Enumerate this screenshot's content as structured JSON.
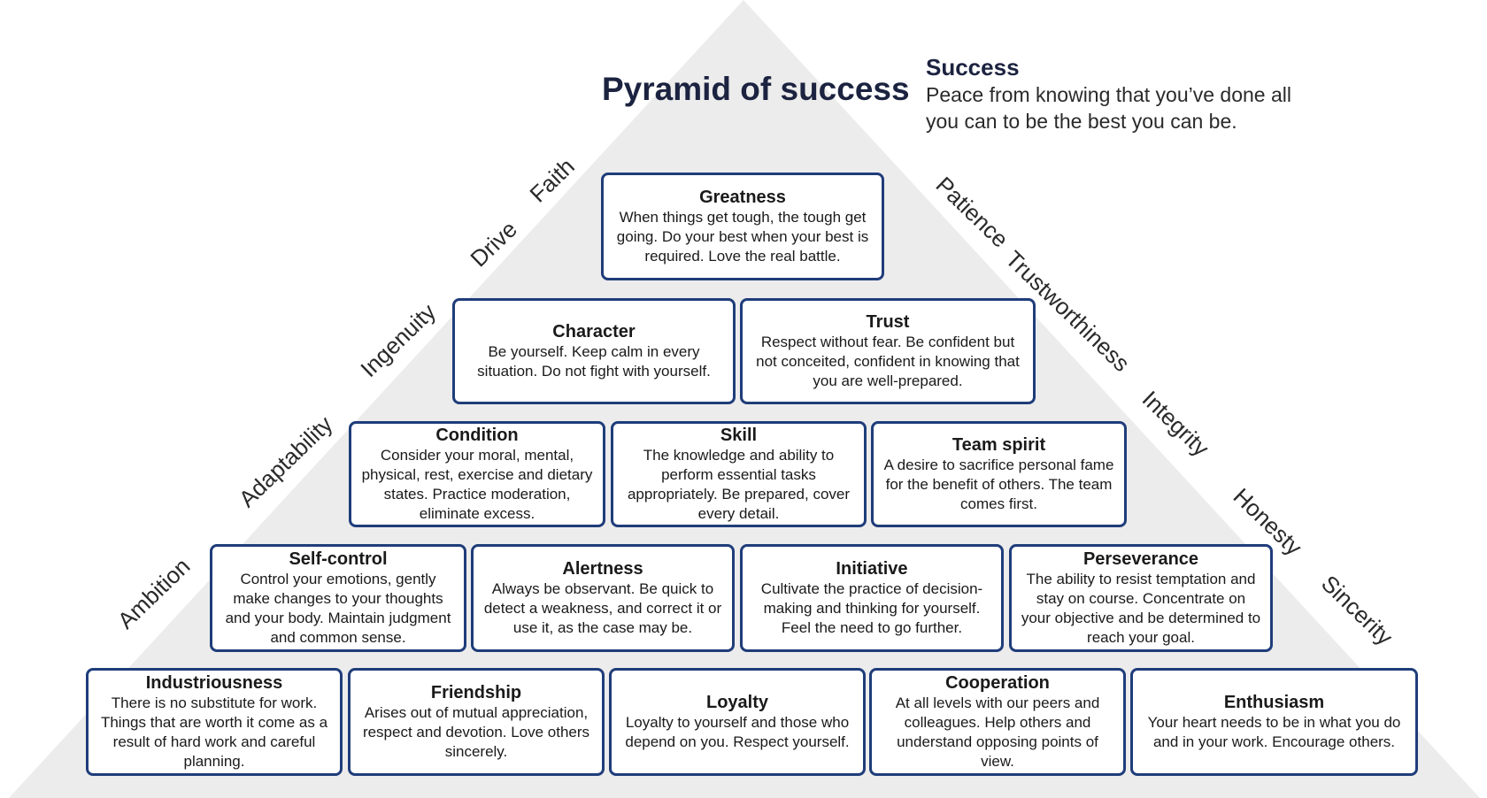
{
  "colors": {
    "box_border": "#1f3d7a",
    "pyramid_fill": "#ececec",
    "title": "#1c2340"
  },
  "title": "Pyramid of success",
  "success": {
    "heading": "Success",
    "description": "Peace from knowing that you’ve done all you can to be the best you can be."
  },
  "left_labels": [
    "Faith",
    "Drive",
    "Ingenuity",
    "Adaptability",
    "Ambition"
  ],
  "right_labels": [
    "Patience",
    "Trustworthiness",
    "Integrity",
    "Honesty",
    "Sincerity"
  ],
  "blocks": {
    "greatness": {
      "title": "Greatness",
      "desc": "When things get tough, the tough get going. Do your best when your best is required. Love the real battle."
    },
    "character": {
      "title": "Character",
      "desc": "Be yourself. Keep calm in every situation. Do not fight with yourself."
    },
    "trust": {
      "title": "Trust",
      "desc": "Respect without fear. Be confident but not conceited, confident in knowing that you are well-prepared."
    },
    "condition": {
      "title": "Condition",
      "desc": "Consider your moral, mental, physical, rest, exercise and dietary states. Practice moderation, eliminate excess."
    },
    "skill": {
      "title": "Skill",
      "desc": "The knowledge and ability to perform essential tasks appropriately. Be prepared, cover every detail."
    },
    "team_spirit": {
      "title": "Team spirit",
      "desc": "A desire to sacrifice personal fame for the benefit of others. The team comes first."
    },
    "self_control": {
      "title": "Self-control",
      "desc": "Control your emotions, gently make changes to your thoughts and your body. Maintain judgment and common sense."
    },
    "alertness": {
      "title": "Alertness",
      "desc": "Always be observant. Be quick to detect a weakness, and correct it or use it, as the case may be."
    },
    "initiative": {
      "title": "Initiative",
      "desc": "Cultivate the practice of decision-making and thinking for yourself. Feel the need to go further."
    },
    "perseverance": {
      "title": "Perseverance",
      "desc": "The ability to resist temptation and stay on course. Concentrate on your objective and be determined to reach your goal."
    },
    "industriousness": {
      "title": "Industriousness",
      "desc": "There is no substitute for work. Things that are worth it come as a result of hard work and careful planning."
    },
    "friendship": {
      "title": "Friendship",
      "desc": "Arises out of mutual appreciation, respect and devotion. Love others sincerely."
    },
    "loyalty": {
      "title": "Loyalty",
      "desc": "Loyalty to yourself and those who depend on you. Respect yourself."
    },
    "cooperation": {
      "title": "Cooperation",
      "desc": "At all levels with our peers and colleagues. Help others and understand opposing points of view."
    },
    "enthusiasm": {
      "title": "Enthusiasm",
      "desc": "Your heart needs to be in what you do and in your work. Encourage others."
    }
  }
}
